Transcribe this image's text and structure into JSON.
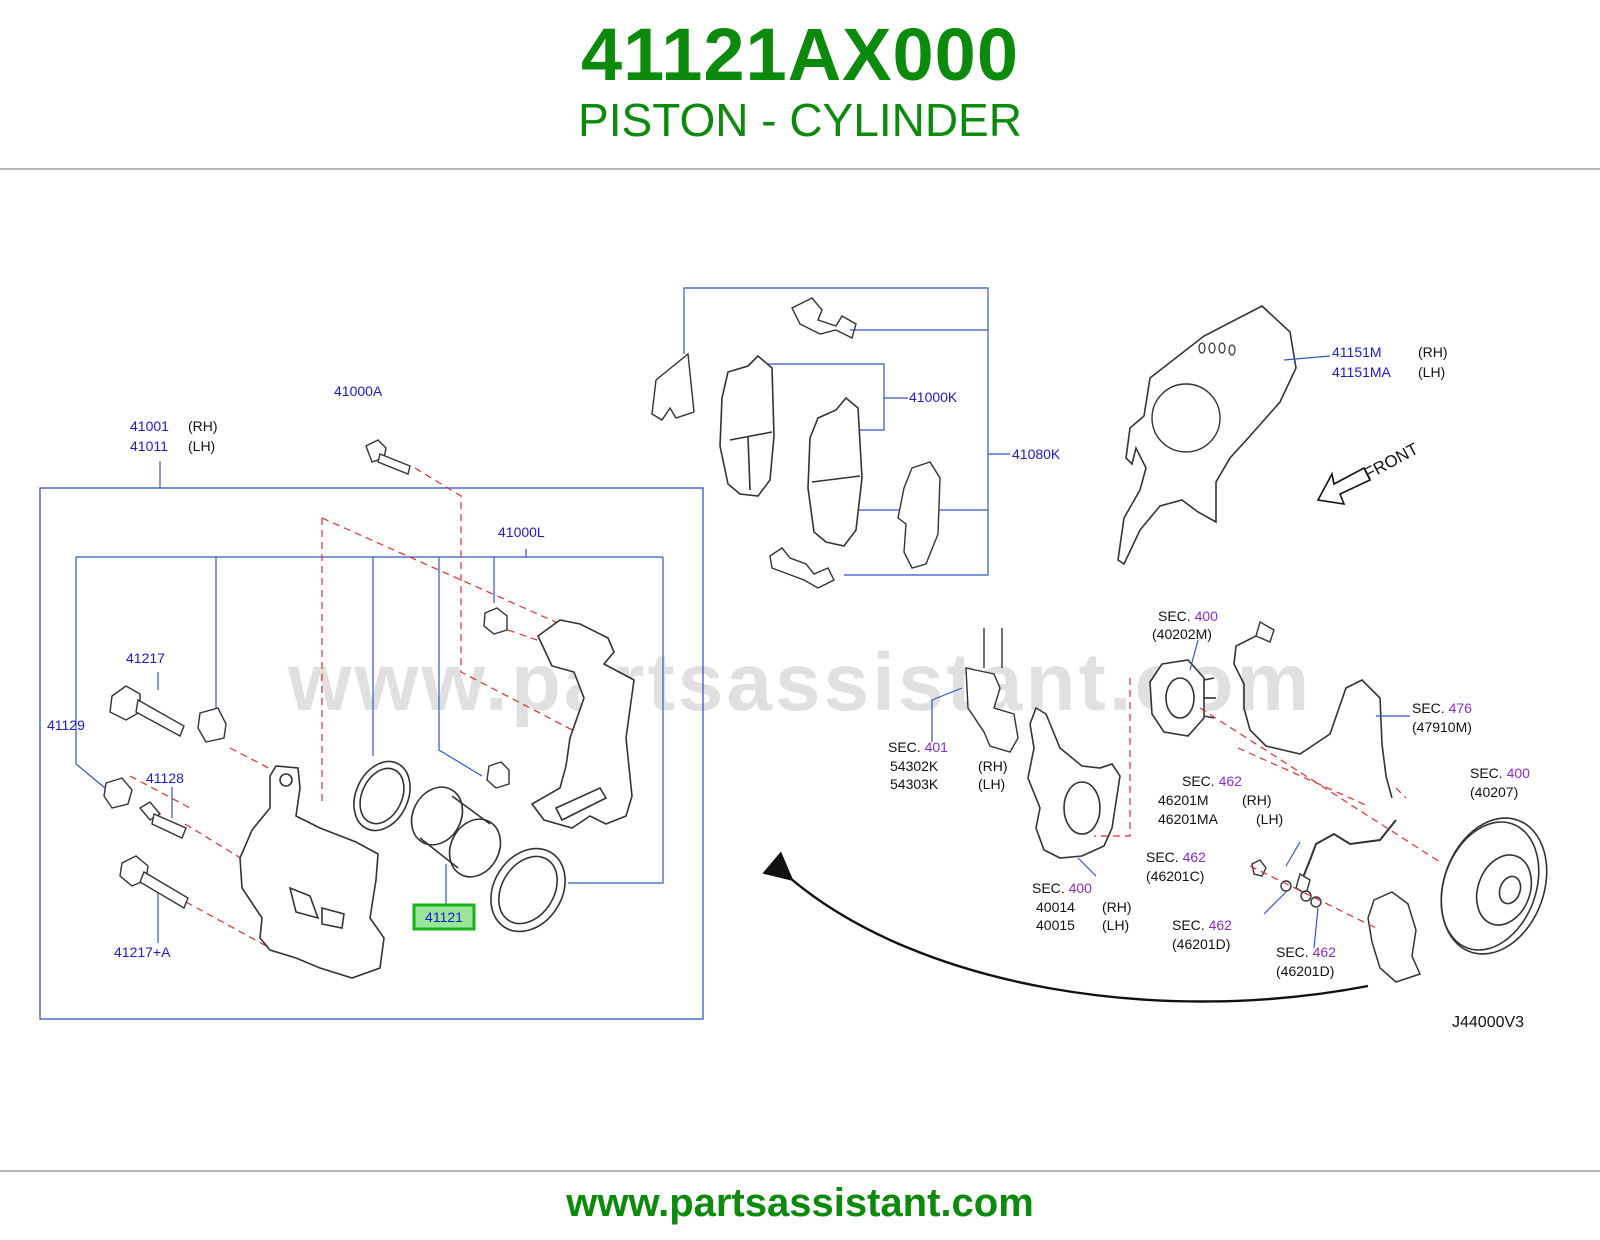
{
  "header": {
    "part_number": "41121AX000",
    "part_name": "PISTON - CYLINDER"
  },
  "footer": {
    "url": "www.partsassistant.com"
  },
  "watermark": "www.partsassistant.com",
  "colors": {
    "brand_green": "#0b8a0b",
    "label_blue": "#1a1ad0",
    "section_purple": "#8b2bd6",
    "leader_red": "#e0302a",
    "highlight_box": "#17b317",
    "highlight_fill": "#9be59b"
  },
  "diagram": {
    "drawing_code": "J44000V3",
    "front_label": "FRONT",
    "highlighted_part": "41121",
    "labels": {
      "p41001": "41001",
      "p41011": "41011",
      "rh": "(RH)",
      "lh": "(LH)",
      "p41000A": "41000A",
      "p41000L": "41000L",
      "p41217": "41217",
      "p41129": "41129",
      "p41128": "41128",
      "p41217A": "41217+A",
      "p41000K": "41000K",
      "p41080K": "41080K",
      "p41151M": "41151M",
      "p41151MA": "41151MA",
      "sec": "SEC.",
      "s400": "400",
      "s401": "401",
      "s462": "462",
      "s476": "476",
      "p40202M": "(40202M)",
      "p47910M": "(47910M)",
      "p40207": "(40207)",
      "p54302K": "54303K",
      "p54302K_rh": "54302K",
      "p46201M": "46201M",
      "p46201MA": "46201MA",
      "p46201C": "(46201C)",
      "p46201D": "(46201D)",
      "p40014": "40014",
      "p40015": "40015"
    }
  }
}
